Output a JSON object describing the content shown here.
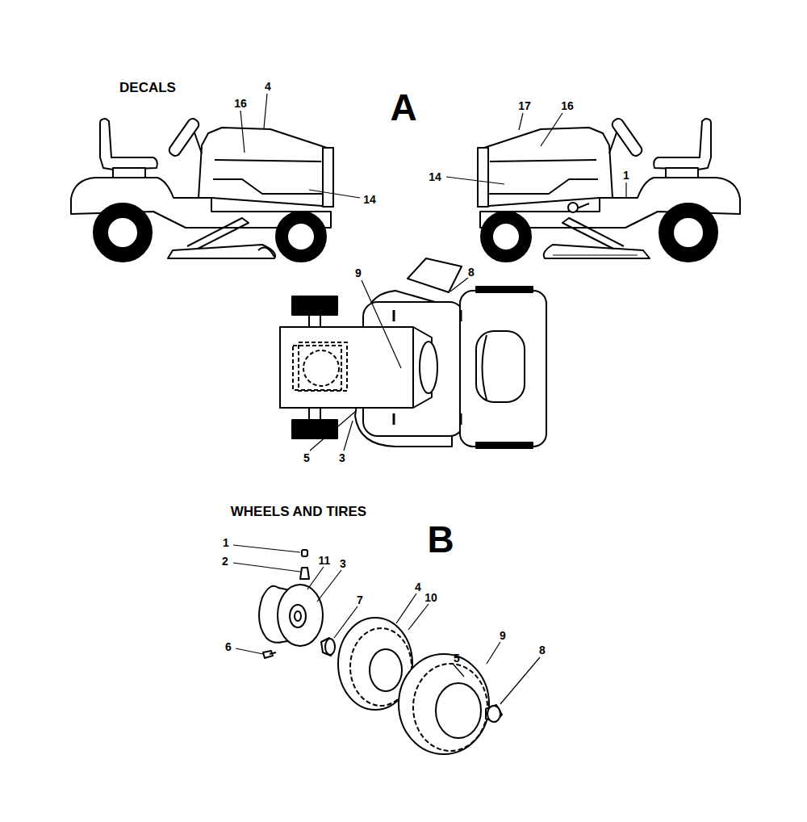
{
  "diagram": {
    "labels": [
      "DECALS",
      "4",
      "16",
      "A",
      "17",
      "16",
      "14",
      "1",
      "14",
      "9",
      "8",
      "5",
      "3",
      "WHEELS AND TIRES",
      "B",
      "1",
      "11",
      "2",
      "3",
      "7",
      "4",
      "10",
      "6",
      "5",
      "9",
      "8"
    ]
  }
}
